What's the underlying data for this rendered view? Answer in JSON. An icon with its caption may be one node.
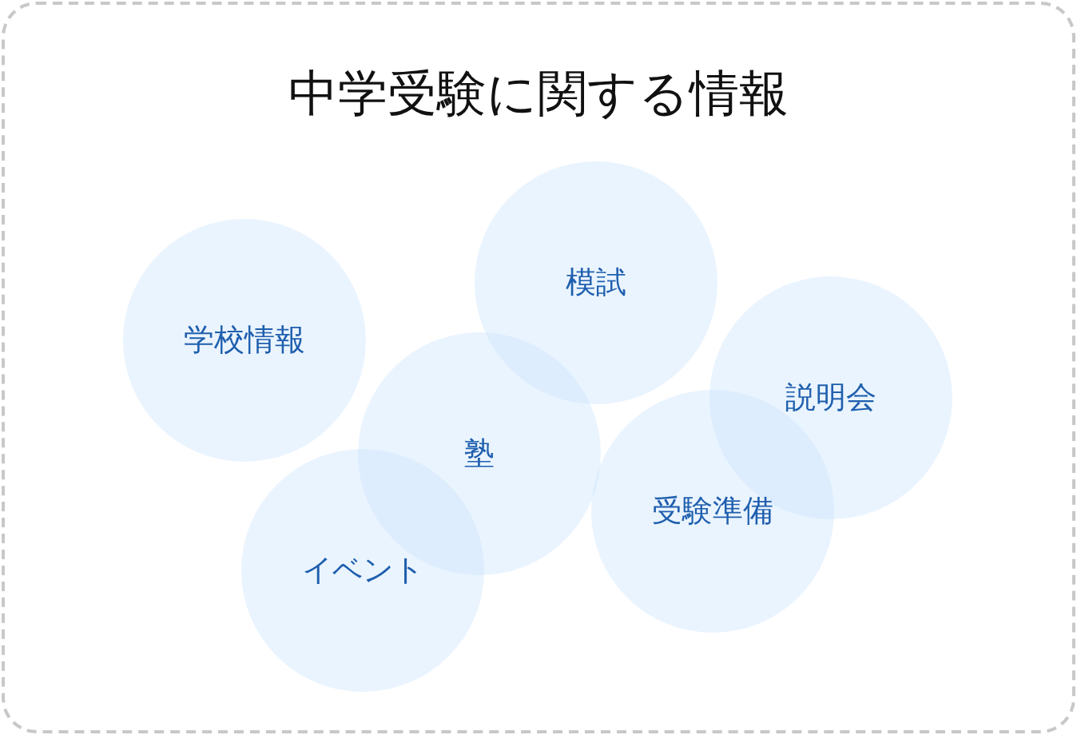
{
  "diagram": {
    "title": "中学受験に関する情報",
    "nodes": [
      {
        "text": [
          "模試"
        ]
      },
      {
        "text": [
          "学校情報"
        ]
      },
      {
        "text": [
          "説明会"
        ]
      },
      {
        "text": [
          "塾"
        ]
      },
      {
        "text": [
          "受験準備"
        ]
      },
      {
        "text": [
          "イベント"
        ]
      }
    ]
  }
}
